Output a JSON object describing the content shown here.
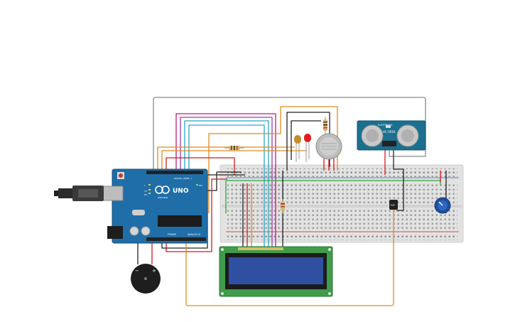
{
  "arduino": {
    "logo": "UNO",
    "brand": "ARDUINO",
    "header_digital": "DIGITAL (PWM~)",
    "header_power": "POWER",
    "header_analog": "ANALOG IN",
    "label_on": "ON",
    "label_tx": "TX",
    "label_rx": "RX",
    "label_l": "L"
  },
  "ultrasonic": {
    "model": "HC-SR04",
    "maker": "ELECFREAKS"
  },
  "buzzer": {
    "minus": "−",
    "plus": "+"
  },
  "sensor_chip": {
    "label": "TMP"
  },
  "colors": {
    "arduino_blue": "#1f6ea8",
    "breadboard": "#e3e3e3",
    "lcd_board": "#3f9c4a",
    "lcd_screen": "#2f4fa0",
    "ultrasonic_board": "#1b6f8f",
    "wire_orange": "#e08a1c",
    "wire_red": "#d11a1a",
    "wire_black": "#222222",
    "wire_green": "#2fa83a",
    "wire_purple": "#9a3fa3",
    "wire_magenta": "#c2187a",
    "wire_cyan": "#2aa6c9",
    "wire_gray": "#8a8a8a"
  },
  "icons": [
    "usb-cable-icon",
    "buzzer-icon",
    "potentiometer-icon",
    "led-icon",
    "resistor-icon",
    "gas-sensor-icon",
    "temperature-sensor-icon",
    "lcd-display-icon",
    "ultrasonic-sensor-icon",
    "breadboard-icon",
    "arduino-board-icon"
  ]
}
